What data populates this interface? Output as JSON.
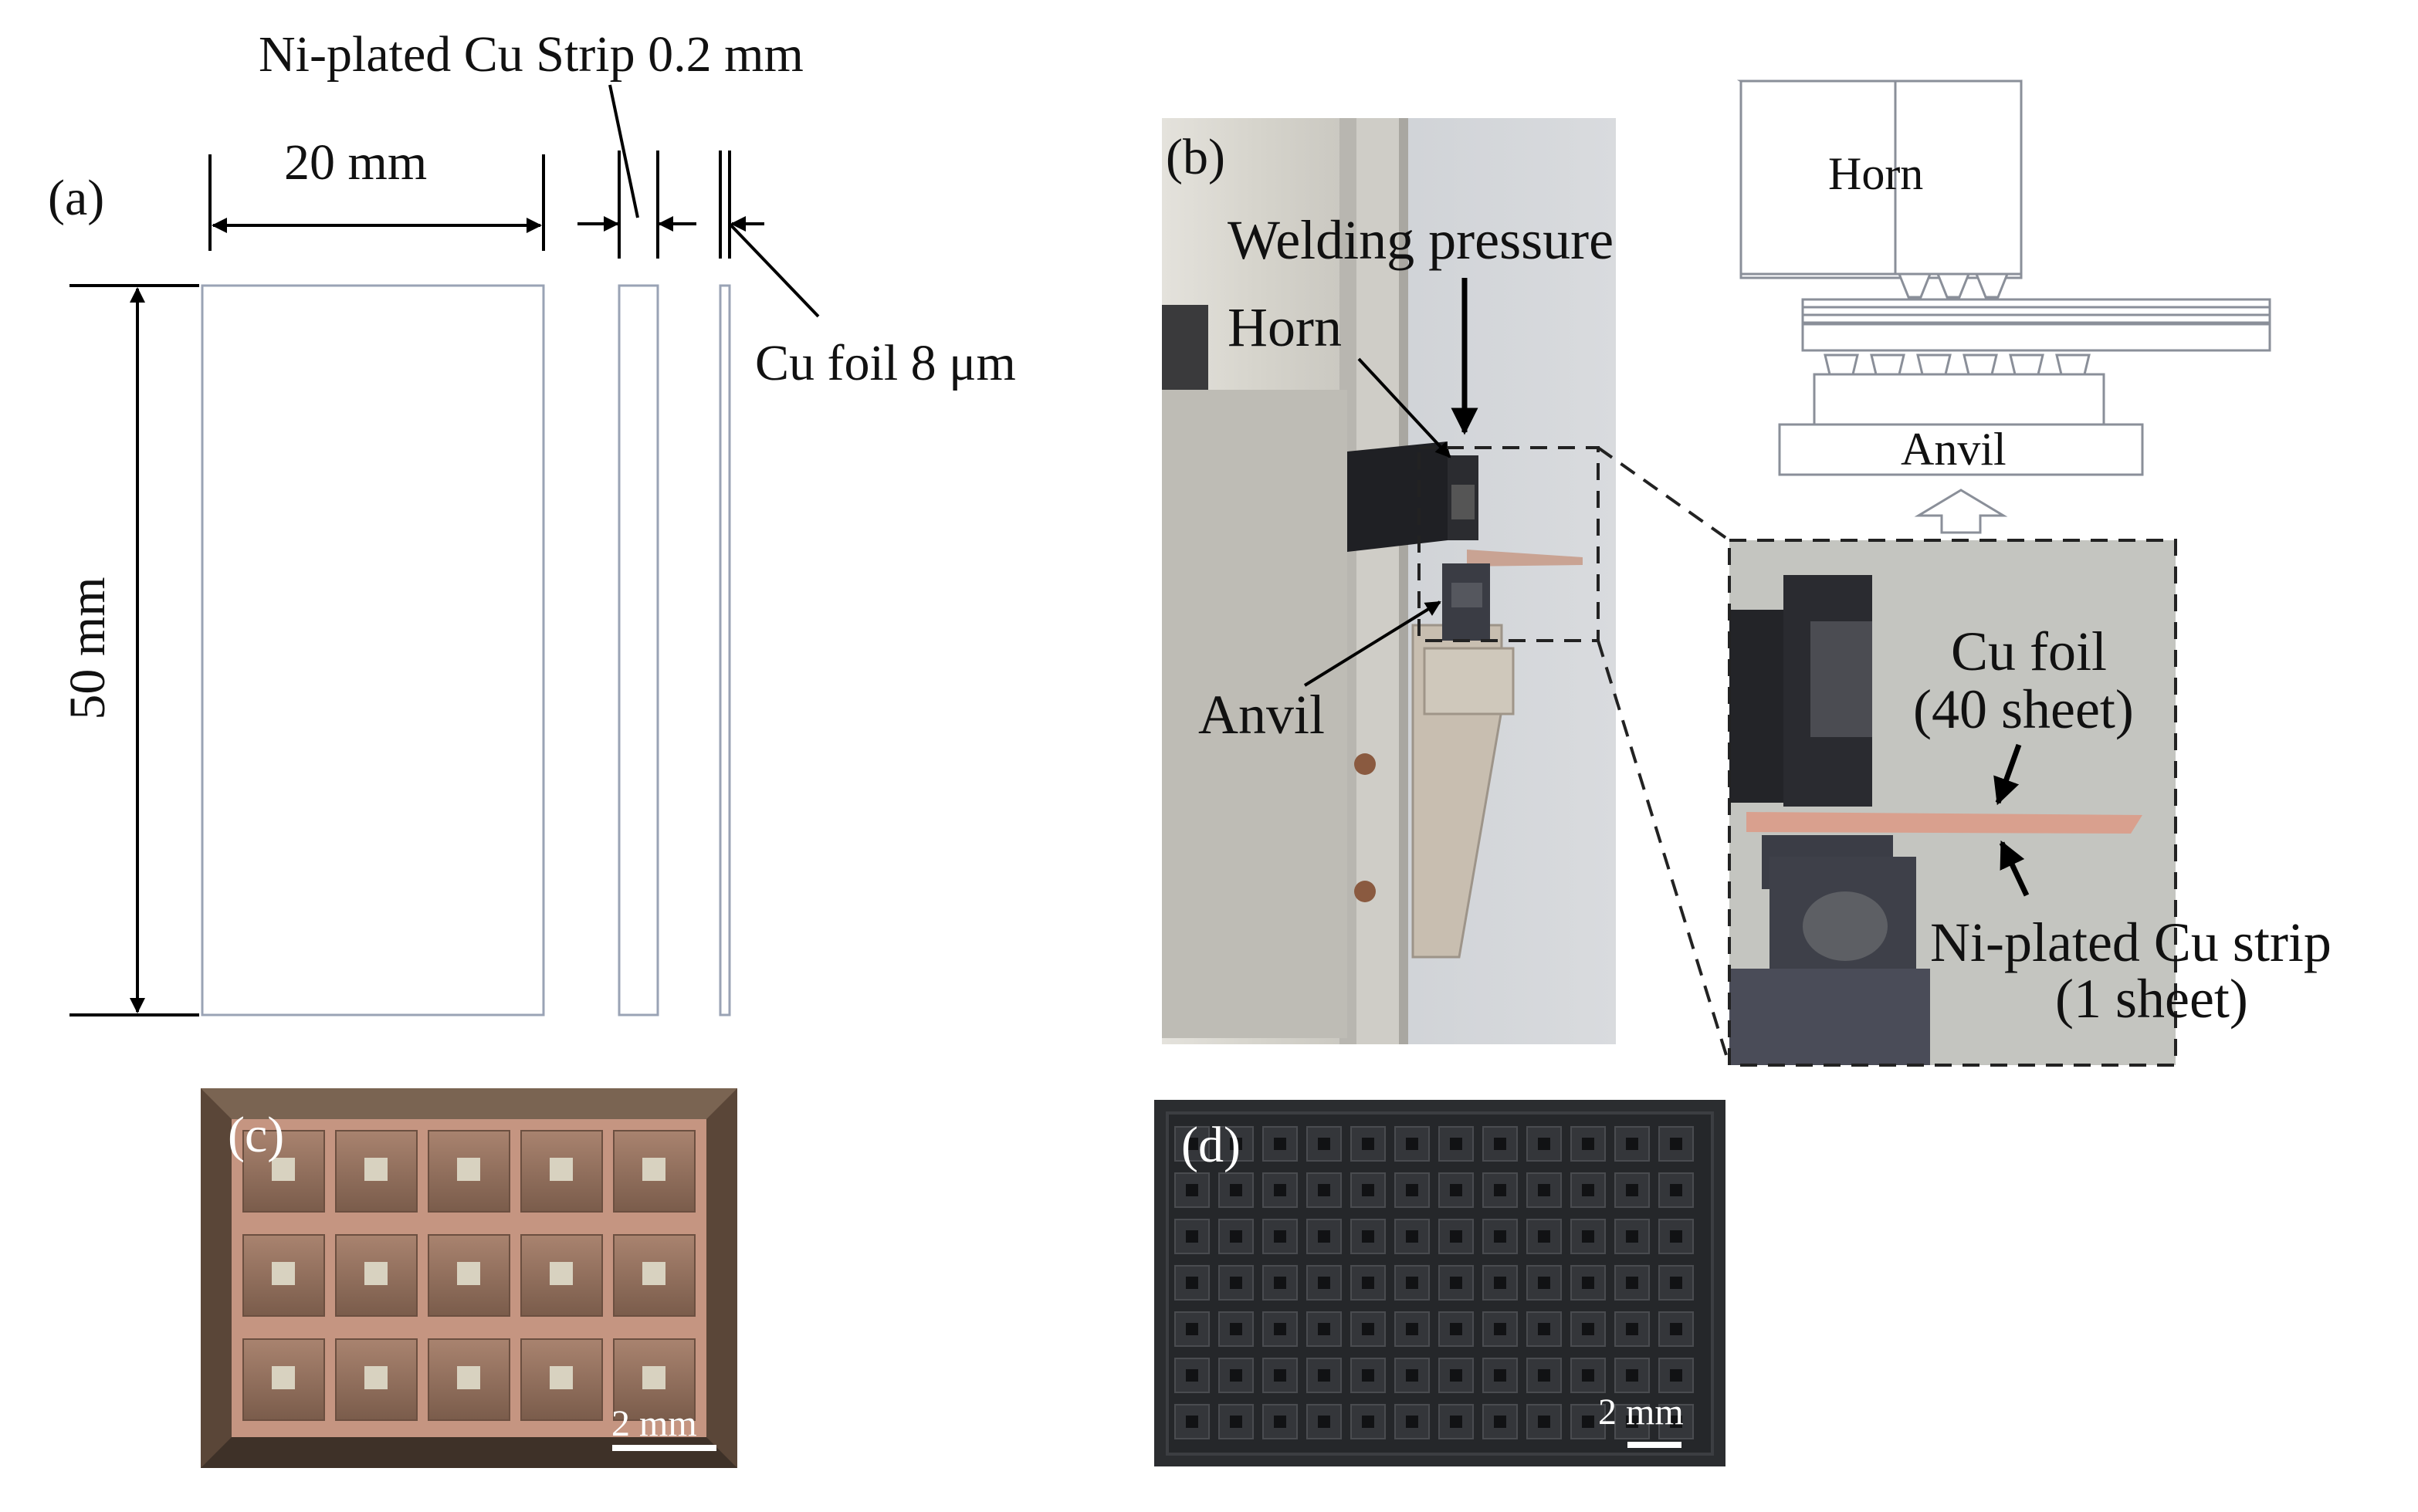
{
  "panels": {
    "a": {
      "label": "(a)",
      "width_label": "20 mm",
      "height_label": "50 mm",
      "strip_label": "Ni-plated Cu Strip 0.2 mm",
      "foil_label": "Cu foil 8 μm"
    },
    "b": {
      "label": "(b)",
      "welding_pressure": "Welding pressure",
      "horn_photo": "Horn",
      "anvil_photo": "Anvil",
      "horn_schematic": "Horn",
      "anvil_schematic": "Anvil",
      "cu_foil_line1": "Cu foil",
      "cu_foil_line2": "(40 sheet)",
      "strip_line1": "Ni-plated Cu strip",
      "strip_line2": "(1 sheet)"
    },
    "c": {
      "label": "(c)",
      "scale_bar": "2 mm"
    },
    "d": {
      "label": "(d)",
      "scale_bar": "2 mm"
    }
  },
  "colors": {
    "copper": "#d9a08e",
    "steel_dark": "#2a2b2f",
    "wall": "#d8d6d0",
    "background_photo": "#c9ccd0"
  }
}
